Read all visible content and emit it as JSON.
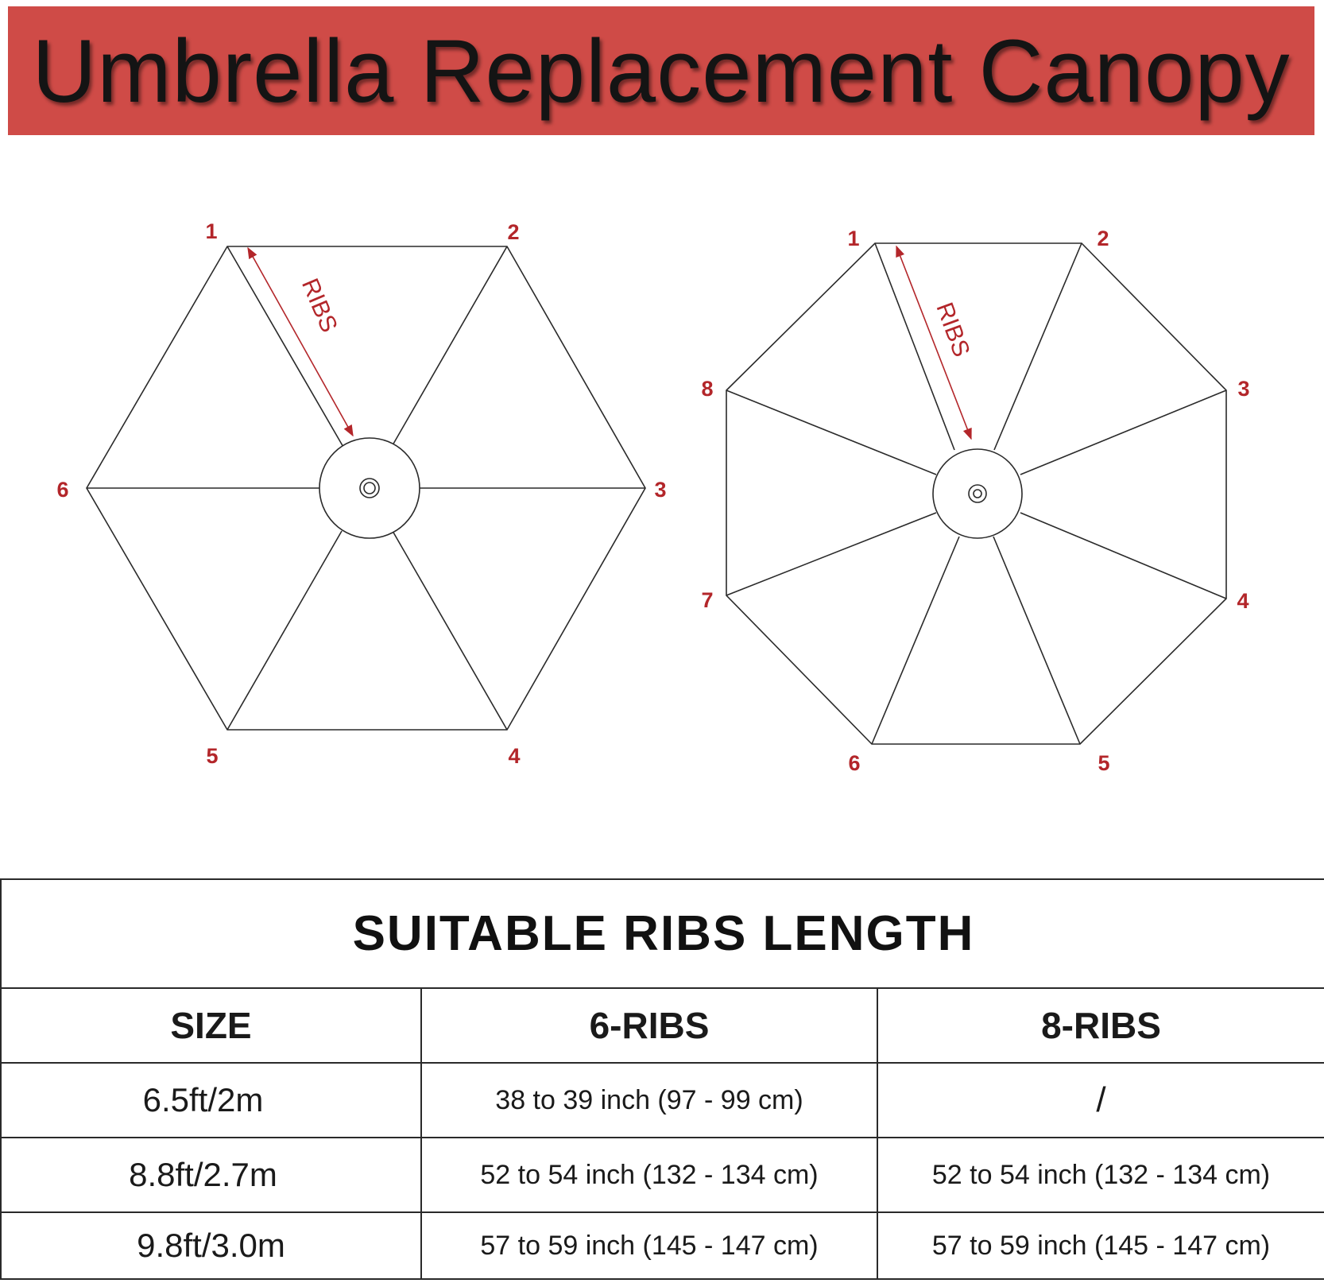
{
  "banner": {
    "title": "Umbrella Replacement Canopy",
    "color": "#cf4b47"
  },
  "diagrams": {
    "label_color": "#b3262a",
    "line_color": "#2a2a2a",
    "ribs_label": "RIBS",
    "six_rib": {
      "vertices": [
        "1",
        "2",
        "3",
        "4",
        "5",
        "6"
      ]
    },
    "eight_rib": {
      "vertices": [
        "1",
        "2",
        "3",
        "4",
        "5",
        "6",
        "7",
        "8"
      ]
    }
  },
  "table": {
    "heading": "SUITABLE RIBS LENGTH",
    "headers": [
      "SIZE",
      "6-RIBS",
      "8-RIBS"
    ],
    "rows": [
      [
        "6.5ft/2m",
        "38 to 39 inch (97 - 99 cm)",
        "/"
      ],
      [
        "8.8ft/2.7m",
        "52 to 54 inch (132 - 134 cm)",
        "52 to 54 inch (132 - 134 cm)"
      ],
      [
        "9.8ft/3.0m",
        "57 to 59 inch (145 - 147 cm)",
        "57 to 59 inch (145 - 147 cm)"
      ]
    ]
  }
}
